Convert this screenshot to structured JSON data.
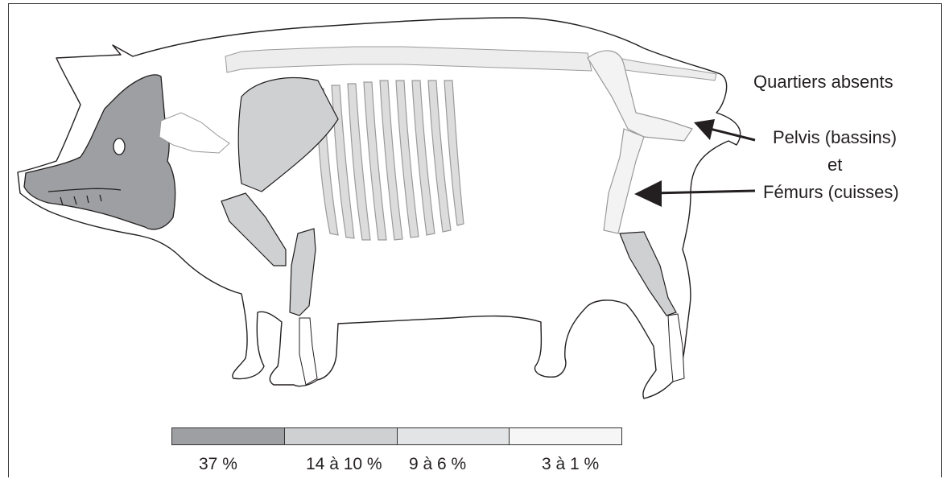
{
  "labels": {
    "title": "Quartiers absents",
    "pelvis": "Pelvis (bassins)",
    "et": "et",
    "femurs": "Fémurs (cuisses)"
  },
  "legend": [
    {
      "label": "37 %",
      "color": "#9d9fa2"
    },
    {
      "label": "14 à 10 %",
      "color": "#cfd0d2"
    },
    {
      "label": "9 à 6 %",
      "color": "#e3e4e5"
    },
    {
      "label": "3 à 1 %",
      "color": "#f6f6f6"
    }
  ],
  "colors": {
    "outline": "#231f20",
    "skeleton_line": "#9a9a9a",
    "arrow": "#231f20"
  }
}
